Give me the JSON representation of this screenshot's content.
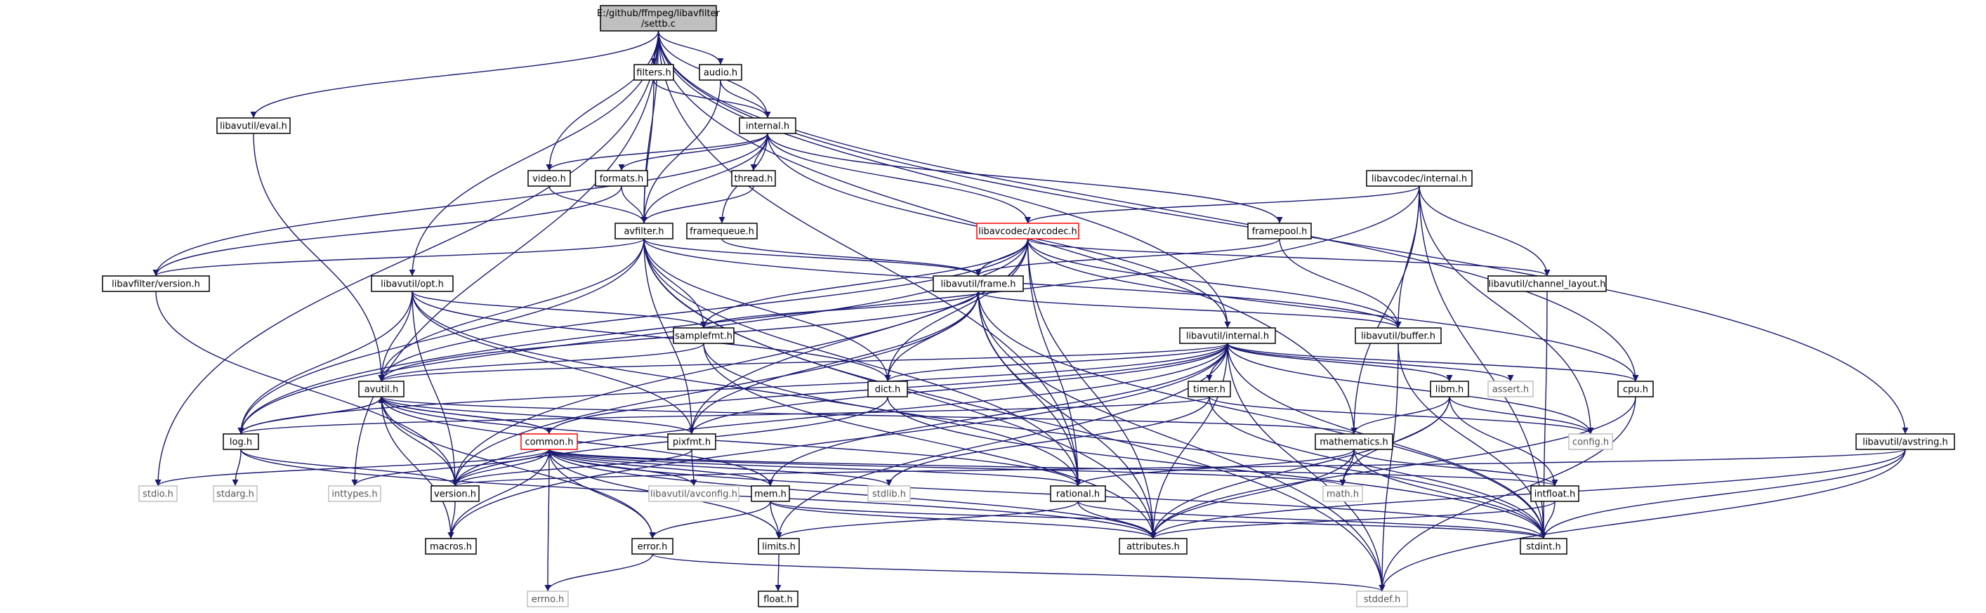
{
  "root": {
    "label": [
      "E:/github/ffmpeg/libavfilter",
      "/settb.c"
    ]
  },
  "nodes": {
    "settb": [
      "E:/github/ffmpeg/libavfilter",
      "/settb.c"
    ],
    "filters_h": "filters.h",
    "audio_h": "audio.h",
    "libavutil_eval_h": "libavutil/eval.h",
    "internal_h": "internal.h",
    "video_h": "video.h",
    "formats_h": "formats.h",
    "thread_h": "thread.h",
    "libavcodec_internal_h": "libavcodec/internal.h",
    "avfilter_h": "avfilter.h",
    "framequeue_h": "framequeue.h",
    "libavcodec_avcodec_h": "libavcodec/avcodec.h",
    "framepool_h": "framepool.h",
    "libavfilter_version_h": "libavfilter/version.h",
    "libavutil_opt_h": "libavutil/opt.h",
    "libavutil_frame_h": "libavutil/frame.h",
    "libavutil_channel_layout_h": "libavutil/channel_layout.h",
    "samplefmt_h": "samplefmt.h",
    "libavutil_internal_h": "libavutil/internal.h",
    "libavutil_buffer_h": "libavutil/buffer.h",
    "avutil_h": "avutil.h",
    "dict_h": "dict.h",
    "timer_h": "timer.h",
    "libm_h": "libm.h",
    "assert_h": "assert.h",
    "cpu_h": "cpu.h",
    "log_h": "log.h",
    "common_h": "common.h",
    "pixfmt_h": "pixfmt.h",
    "config_h": "config.h",
    "mathematics_h": "mathematics.h",
    "libavutil_avstring_h": "libavutil/avstring.h",
    "stdio_h": "stdio.h",
    "stdarg_h": "stdarg.h",
    "inttypes_h": "inttypes.h",
    "version_h": "version.h",
    "libavutil_avconfig_h": "libavutil/avconfig.h",
    "mem_h": "mem.h",
    "stdlib_h": "stdlib.h",
    "rational_h": "rational.h",
    "math_h": "math.h",
    "intfloat_h": "intfloat.h",
    "macros_h": "macros.h",
    "error_h": "error.h",
    "limits_h": "limits.h",
    "attributes_h": "attributes.h",
    "stdint_h": "stdint.h",
    "float_h": "float.h",
    "errno_h": "errno.h",
    "stddef_h": "stddef.h"
  },
  "edges": [
    [
      "settb",
      "filters_h"
    ],
    [
      "settb",
      "audio_h"
    ],
    [
      "settb",
      "internal_h"
    ],
    [
      "settb",
      "libavutil_eval_h"
    ],
    [
      "settb",
      "video_h"
    ],
    [
      "settb",
      "avfilter_h"
    ],
    [
      "settb",
      "libavutil_opt_h"
    ],
    [
      "settb",
      "stdio_h"
    ],
    [
      "settb",
      "inttypes_h"
    ],
    [
      "settb",
      "libavutil_internal_h"
    ],
    [
      "settb",
      "mathematics_h"
    ],
    [
      "settb",
      "rational_h"
    ],
    [
      "settb",
      "libavutil_avstring_h"
    ],
    [
      "settb",
      "cpu_h"
    ],
    [
      "filters_h",
      "internal_h"
    ],
    [
      "filters_h",
      "avfilter_h"
    ],
    [
      "audio_h",
      "internal_h"
    ],
    [
      "audio_h",
      "avfilter_h"
    ],
    [
      "libavutil_eval_h",
      "avutil_h"
    ],
    [
      "internal_h",
      "video_h"
    ],
    [
      "internal_h",
      "formats_h"
    ],
    [
      "internal_h",
      "thread_h"
    ],
    [
      "internal_h",
      "avfilter_h"
    ],
    [
      "internal_h",
      "framequeue_h"
    ],
    [
      "internal_h",
      "libavcodec_avcodec_h"
    ],
    [
      "internal_h",
      "framepool_h"
    ],
    [
      "internal_h",
      "libavfilter_version_h"
    ],
    [
      "internal_h",
      "libavutil_internal_h"
    ],
    [
      "video_h",
      "avfilter_h"
    ],
    [
      "formats_h",
      "avfilter_h"
    ],
    [
      "formats_h",
      "libavfilter_version_h"
    ],
    [
      "thread_h",
      "avfilter_h"
    ],
    [
      "libavcodec_internal_h",
      "libavcodec_avcodec_h"
    ],
    [
      "libavcodec_internal_h",
      "libavutil_channel_layout_h"
    ],
    [
      "libavcodec_internal_h",
      "libavutil_buffer_h"
    ],
    [
      "libavcodec_internal_h",
      "mathematics_h"
    ],
    [
      "libavcodec_internal_h",
      "config_h"
    ],
    [
      "libavcodec_internal_h",
      "stdint_h"
    ],
    [
      "libavcodec_internal_h",
      "log_h"
    ],
    [
      "avfilter_h",
      "libavfilter_version_h"
    ],
    [
      "avfilter_h",
      "libavutil_frame_h"
    ],
    [
      "avfilter_h",
      "samplefmt_h"
    ],
    [
      "avfilter_h",
      "dict_h"
    ],
    [
      "avfilter_h",
      "avutil_h"
    ],
    [
      "avfilter_h",
      "log_h"
    ],
    [
      "avfilter_h",
      "pixfmt_h"
    ],
    [
      "avfilter_h",
      "rational_h"
    ],
    [
      "avfilter_h",
      "attributes_h"
    ],
    [
      "avfilter_h",
      "stddef_h"
    ],
    [
      "avfilter_h",
      "libavutil_buffer_h"
    ],
    [
      "framequeue_h",
      "libavutil_frame_h"
    ],
    [
      "libavcodec_avcodec_h",
      "libavutil_frame_h"
    ],
    [
      "libavcodec_avcodec_h",
      "libavutil_channel_layout_h"
    ],
    [
      "libavcodec_avcodec_h",
      "libavutil_buffer_h"
    ],
    [
      "libavcodec_avcodec_h",
      "samplefmt_h"
    ],
    [
      "libavcodec_avcodec_h",
      "dict_h"
    ],
    [
      "libavcodec_avcodec_h",
      "avutil_h"
    ],
    [
      "libavcodec_avcodec_h",
      "pixfmt_h"
    ],
    [
      "libavcodec_avcodec_h",
      "rational_h"
    ],
    [
      "libavcodec_avcodec_h",
      "attributes_h"
    ],
    [
      "libavcodec_avcodec_h",
      "version_h"
    ],
    [
      "libavcodec_avcodec_h",
      "log_h"
    ],
    [
      "libavcodec_avcodec_h",
      "cpu_h"
    ],
    [
      "framepool_h",
      "libavutil_frame_h"
    ],
    [
      "framepool_h",
      "libavutil_buffer_h"
    ],
    [
      "libavfilter_version_h",
      "version_h"
    ],
    [
      "libavutil_opt_h",
      "avutil_h"
    ],
    [
      "libavutil_opt_h",
      "dict_h"
    ],
    [
      "libavutil_opt_h",
      "log_h"
    ],
    [
      "libavutil_opt_h",
      "pixfmt_h"
    ],
    [
      "libavutil_opt_h",
      "rational_h"
    ],
    [
      "libavutil_opt_h",
      "samplefmt_h"
    ],
    [
      "libavutil_opt_h",
      "version_h"
    ],
    [
      "libavutil_frame_h",
      "avutil_h"
    ],
    [
      "libavutil_frame_h",
      "libavutil_buffer_h"
    ],
    [
      "libavutil_frame_h",
      "dict_h"
    ],
    [
      "libavutil_frame_h",
      "rational_h"
    ],
    [
      "libavutil_frame_h",
      "samplefmt_h"
    ],
    [
      "libavutil_frame_h",
      "pixfmt_h"
    ],
    [
      "libavutil_frame_h",
      "version_h"
    ],
    [
      "libavutil_frame_h",
      "stdint_h"
    ],
    [
      "libavutil_frame_h",
      "stddef_h"
    ],
    [
      "libavutil_frame_h",
      "attributes_h"
    ],
    [
      "libavutil_channel_layout_h",
      "stdint_h"
    ],
    [
      "samplefmt_h",
      "avutil_h"
    ],
    [
      "samplefmt_h",
      "attributes_h"
    ],
    [
      "samplefmt_h",
      "stdint_h"
    ],
    [
      "libavutil_internal_h",
      "timer_h"
    ],
    [
      "libavutil_internal_h",
      "libm_h"
    ],
    [
      "libavutil_internal_h",
      "assert_h"
    ],
    [
      "libavutil_internal_h",
      "cpu_h"
    ],
    [
      "libavutil_internal_h",
      "config_h"
    ],
    [
      "libavutil_internal_h",
      "dict_h"
    ],
    [
      "libavutil_internal_h",
      "pixfmt_h"
    ],
    [
      "libavutil_internal_h",
      "version_h"
    ],
    [
      "libavutil_internal_h",
      "attributes_h"
    ],
    [
      "libavutil_internal_h",
      "stdint_h"
    ],
    [
      "libavutil_internal_h",
      "stddef_h"
    ],
    [
      "libavutil_internal_h",
      "mem_h"
    ],
    [
      "libavutil_internal_h",
      "macros_h"
    ],
    [
      "libavutil_internal_h",
      "limits_h"
    ],
    [
      "libavutil_internal_h",
      "common_h"
    ],
    [
      "libavutil_internal_h",
      "avutil_h"
    ],
    [
      "libavutil_internal_h",
      "log_h"
    ],
    [
      "libavutil_buffer_h",
      "stdint_h"
    ],
    [
      "libavutil_buffer_h",
      "stddef_h"
    ],
    [
      "avutil_h",
      "common_h"
    ],
    [
      "avutil_h",
      "rational_h"
    ],
    [
      "avutil_h",
      "version_h"
    ],
    [
      "avutil_h",
      "macros_h"
    ],
    [
      "avutil_h",
      "mathematics_h"
    ],
    [
      "avutil_h",
      "log_h"
    ],
    [
      "avutil_h",
      "pixfmt_h"
    ],
    [
      "avutil_h",
      "error_h"
    ],
    [
      "dict_h",
      "stdint_h"
    ],
    [
      "dict_h",
      "version_h"
    ],
    [
      "timer_h",
      "config_h"
    ],
    [
      "timer_h",
      "stdlib_h"
    ],
    [
      "timer_h",
      "stdint_h"
    ],
    [
      "timer_h",
      "log_h"
    ],
    [
      "libm_h",
      "config_h"
    ],
    [
      "libm_h",
      "math_h"
    ],
    [
      "libm_h",
      "attributes_h"
    ],
    [
      "libm_h",
      "intfloat_h"
    ],
    [
      "libm_h",
      "mathematics_h"
    ],
    [
      "cpu_h",
      "attributes_h"
    ],
    [
      "cpu_h",
      "stddef_h"
    ],
    [
      "log_h",
      "stdarg_h"
    ],
    [
      "log_h",
      "avutil_h"
    ],
    [
      "log_h",
      "attributes_h"
    ],
    [
      "log_h",
      "version_h"
    ],
    [
      "common_h",
      "errno_h"
    ],
    [
      "common_h",
      "inttypes_h"
    ],
    [
      "common_h",
      "limits_h"
    ],
    [
      "common_h",
      "math_h"
    ],
    [
      "common_h",
      "stdint_h"
    ],
    [
      "common_h",
      "stdio_h"
    ],
    [
      "common_h",
      "stdlib_h"
    ],
    [
      "common_h",
      "attributes_h"
    ],
    [
      "common_h",
      "macros_h"
    ],
    [
      "common_h",
      "version_h"
    ],
    [
      "common_h",
      "mem_h"
    ],
    [
      "common_h",
      "avutil_h"
    ],
    [
      "common_h",
      "libavutil_avconfig_h"
    ],
    [
      "common_h",
      "error_h"
    ],
    [
      "common_h",
      "intfloat_h"
    ],
    [
      "common_h",
      "rational_h"
    ],
    [
      "pixfmt_h",
      "libavutil_avconfig_h"
    ],
    [
      "pixfmt_h",
      "version_h"
    ],
    [
      "mathematics_h",
      "stdint_h"
    ],
    [
      "mathematics_h",
      "math_h"
    ],
    [
      "mathematics_h",
      "attributes_h"
    ],
    [
      "mathematics_h",
      "rational_h"
    ],
    [
      "mathematics_h",
      "intfloat_h"
    ],
    [
      "libavutil_avstring_h",
      "stddef_h"
    ],
    [
      "libavutil_avstring_h",
      "stdint_h"
    ],
    [
      "libavutil_avstring_h",
      "attributes_h"
    ],
    [
      "libavutil_avstring_h",
      "version_h"
    ],
    [
      "version_h",
      "macros_h"
    ],
    [
      "mem_h",
      "error_h"
    ],
    [
      "mem_h",
      "limits_h"
    ],
    [
      "mem_h",
      "stdint_h"
    ],
    [
      "mem_h",
      "attributes_h"
    ],
    [
      "mem_h",
      "avutil_h"
    ],
    [
      "rational_h",
      "stdint_h"
    ],
    [
      "rational_h",
      "limits_h"
    ],
    [
      "rational_h",
      "attributes_h"
    ],
    [
      "intfloat_h",
      "stdint_h"
    ],
    [
      "intfloat_h",
      "attributes_h"
    ],
    [
      "error_h",
      "errno_h"
    ],
    [
      "error_h",
      "stddef_h"
    ],
    [
      "limits_h",
      "float_h"
    ]
  ]
}
